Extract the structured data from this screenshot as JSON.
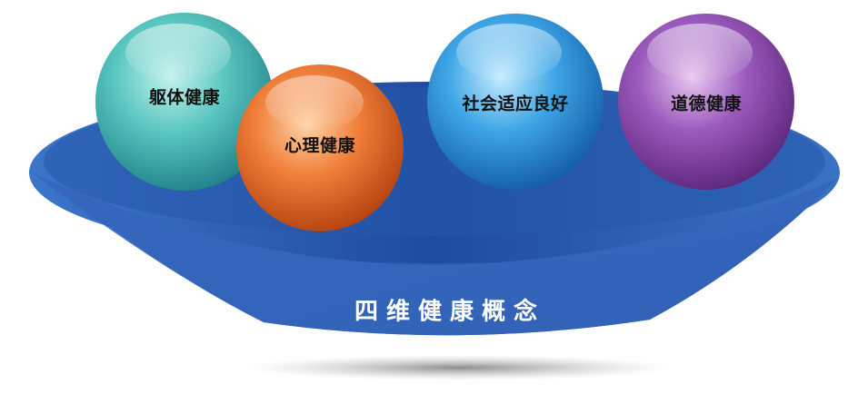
{
  "concept": {
    "title": "四维健康概念"
  },
  "spheres": [
    {
      "key": "body",
      "label": "躯体健康",
      "color": "#3fb6b0"
    },
    {
      "key": "mind",
      "label": "心理健康",
      "color": "#e4692a"
    },
    {
      "key": "social",
      "label": "社会适应良好",
      "color": "#2f8fd0"
    },
    {
      "key": "moral",
      "label": "道德健康",
      "color": "#8a4ba8"
    }
  ],
  "bowl": {
    "color": "#2d63b8"
  }
}
